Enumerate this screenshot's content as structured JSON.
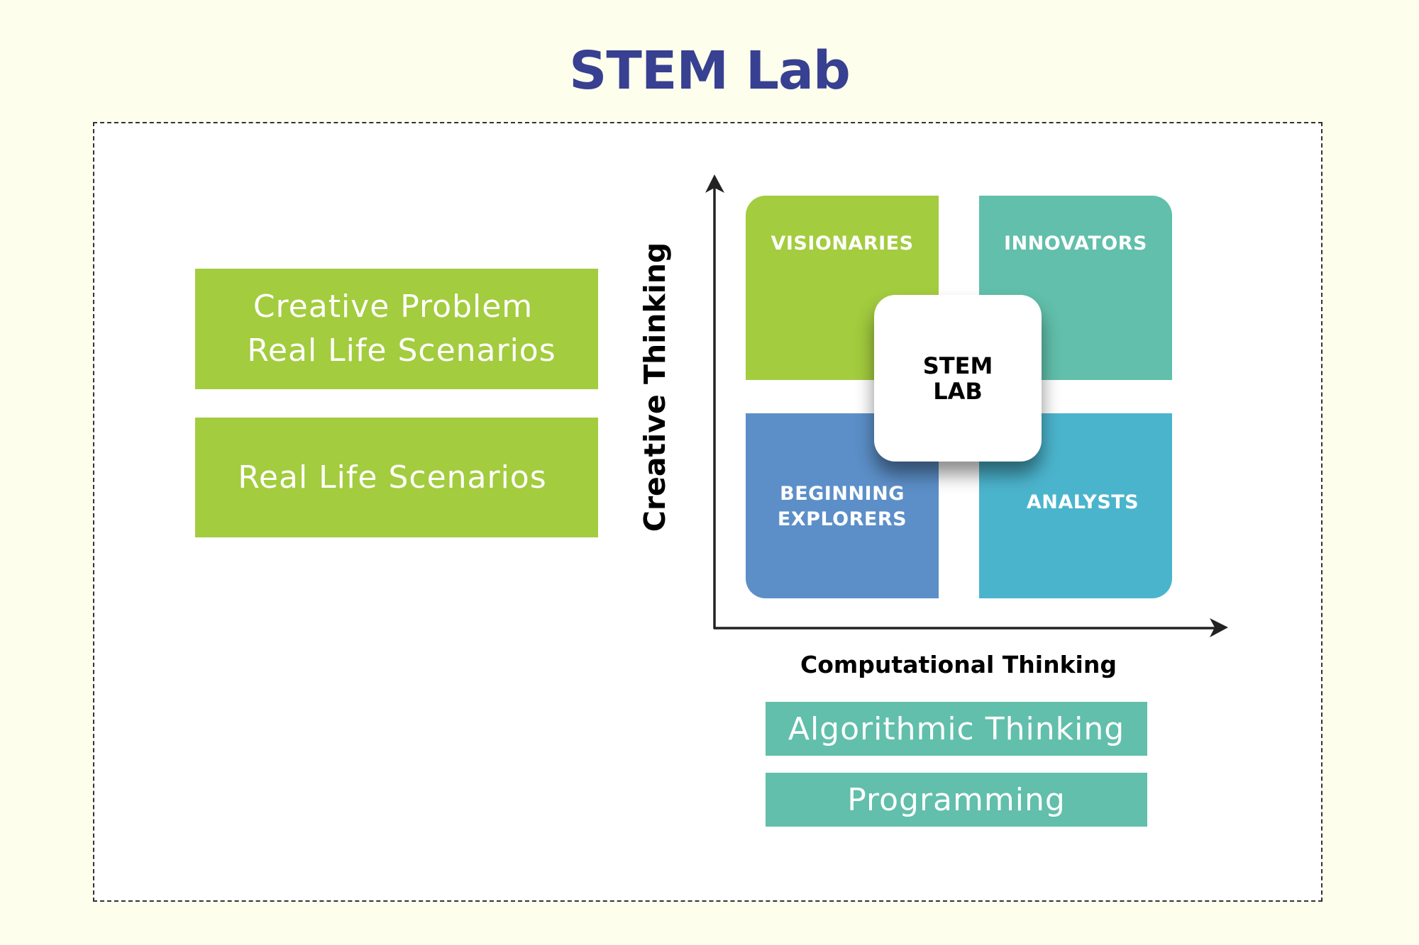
{
  "title": "STEM Lab",
  "left_boxes": [
    {
      "lines": [
        "Creative Problem",
        "Real Life Scenarios"
      ]
    },
    {
      "lines": [
        "Real Life Scenarios"
      ]
    }
  ],
  "matrix": {
    "y_axis_label": "Creative Thinking",
    "x_axis_label": "Computational Thinking",
    "quadrants": {
      "top_left": {
        "lines": [
          "VISIONARIES"
        ],
        "color": "#a3cc3e"
      },
      "top_right": {
        "lines": [
          "INNOVATORS"
        ],
        "color": "#61bfab"
      },
      "bottom_left": {
        "lines": [
          "BEGINNING",
          "EXPLORERS"
        ],
        "color": "#5c8fc8"
      },
      "bottom_right": {
        "lines": [
          "ANALYSTS"
        ],
        "color": "#4bb4cd"
      }
    },
    "center": {
      "lines": [
        "STEM",
        "LAB"
      ]
    }
  },
  "bottom_boxes": [
    {
      "label": "Algorithmic Thinking"
    },
    {
      "label": "Programming"
    }
  ],
  "colors": {
    "title": "#374091",
    "green": "#a3cc3e",
    "teal": "#61bfab",
    "background": "#fefeec"
  }
}
